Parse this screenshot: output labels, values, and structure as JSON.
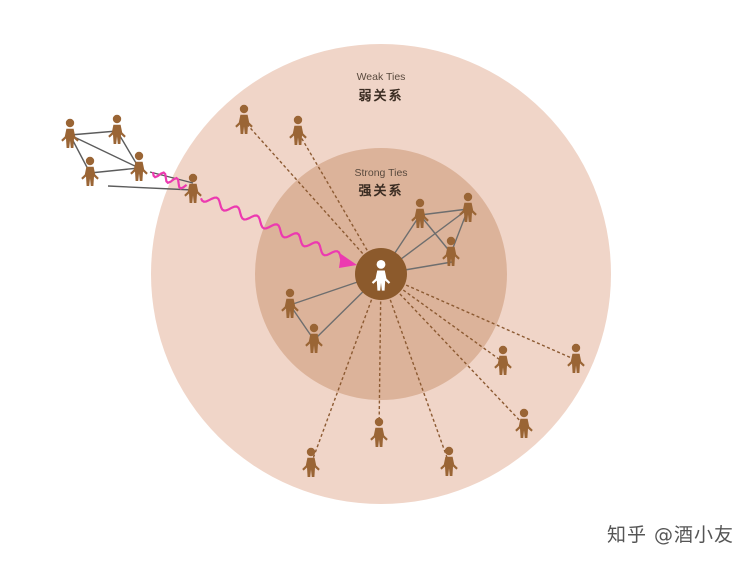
{
  "weak_ties": {
    "en": "Weak Ties",
    "zh": "弱关系"
  },
  "strong_ties": {
    "en": "Strong Ties",
    "zh": "强关系"
  },
  "watermark": "知乎 @酒小友",
  "colors": {
    "outer_circle": "#f0d5c8",
    "inner_circle": "#dcb39a",
    "center_node": "#8c5a2c",
    "person": "#9a6535",
    "strong_line": "#6e6e6e",
    "weak_line": "#8c5a32",
    "cluster_line": "#5c5c5c",
    "arrow": "#ec3ab0"
  }
}
